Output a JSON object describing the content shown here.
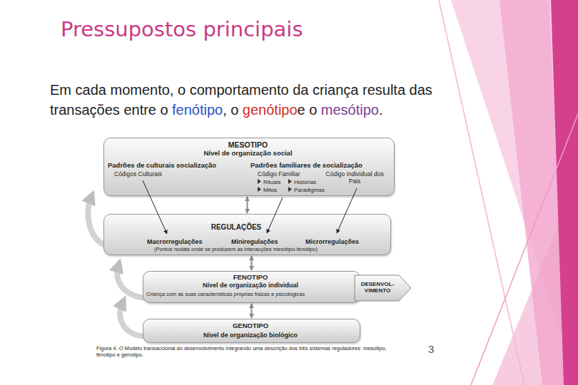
{
  "diagram": {
    "title": "Pressupostos principais",
    "caption": "Figura 4. O Modelo transaccional do desenvolvimento integrando uma descrição dos três sistemas reguladores: mesotipo, fenotipo e genotipo.",
    "nodes": [
      {
        "text": [
          "MESOTIPO",
          "Nível de organização social",
          "Padrões de culturais socialização",
          "Códigos Culturais",
          "Padrões familiares de socialização",
          "Código Familiar",
          "Código Individual dos Pais",
          "Rituais",
          "Histórias",
          "Mitos",
          "Paradigmas"
        ]
      },
      {
        "text": [
          "REGULAÇÕES",
          "Macrorregulações",
          "Miniregulações",
          "Microrregulações",
          "(Pontos nodais onde se produzem as interacções mesótipo-fenótipo)"
        ]
      },
      {
        "text": [
          "FENOTIPO",
          "Nível de organização individual",
          "Criança com as suas características próprias físicas e psicológicas"
        ]
      },
      {
        "text": [
          "DESENVOL- VIMENTO"
        ]
      },
      {
        "text": [
          "GENOTIPO",
          "Nível de organização biológico"
        ]
      }
    ],
    "edges": [
      {
        "from": 0,
        "to": 1,
        "arrow": "both"
      },
      {
        "from": 1,
        "to": 2,
        "arrow": "both"
      },
      {
        "from": 2,
        "to": 4,
        "arrow": "both"
      }
    ],
    "labels": [
      "Em cada momento, o comportamento da criança resulta das transações entre o",
      "fenótipo",
      ", o",
      "genótipo",
      "e o",
      "mesótipo",
      ".",
      "3"
    ]
  }
}
